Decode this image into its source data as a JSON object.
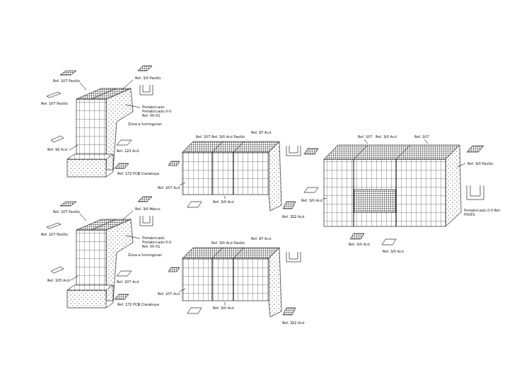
{
  "diagram": {
    "labels": [
      "Ref. 3/0 Pasillo",
      "Ref. 107 Pasillo",
      "Ref. 107 Pasillo",
      "Prefabricado Prefabricado 0-0 Ref. 00-01",
      "Zona a hormigonar",
      "Ref. 92 Acd",
      "Ref. 123 Acd",
      "Ref. 172 PCB Claraboya",
      "Ref. 3/0 Marco",
      "Ref. 107 Pasillo",
      "Ref. 107 Pasillo",
      "Prefabricado Prefabricado 0-0 Ref. 00-01",
      "Zona a hormigonar",
      "Ref. 105 Acd",
      "Ref. 107 Acd",
      "Ref. 172 PCB Claraboya",
      "Ref. 107",
      "Ref. 3/0 Acd Pasillo",
      "Ref. 97 Acd",
      "Ref. 107 Acd",
      "Ref. 3/0 Acd",
      "Ref. 322 Acd",
      "Ref. 3/0 Acd Pasillo",
      "Ref. 97 Acd",
      "Ref. 107 Acd",
      "Ref. 3/0 Acd",
      "Ref. 322 Acd",
      "Ref. 107",
      "Ref. 3/0 Acd",
      "Ref. 107",
      "Ref. 3/0 Pasillo",
      "Ref. 3/0 Acd",
      "Prefabricado 0-0 Ref. P00P1",
      "Ref. 3/0 Acd",
      "Ref. 3/0 Acd"
    ]
  }
}
